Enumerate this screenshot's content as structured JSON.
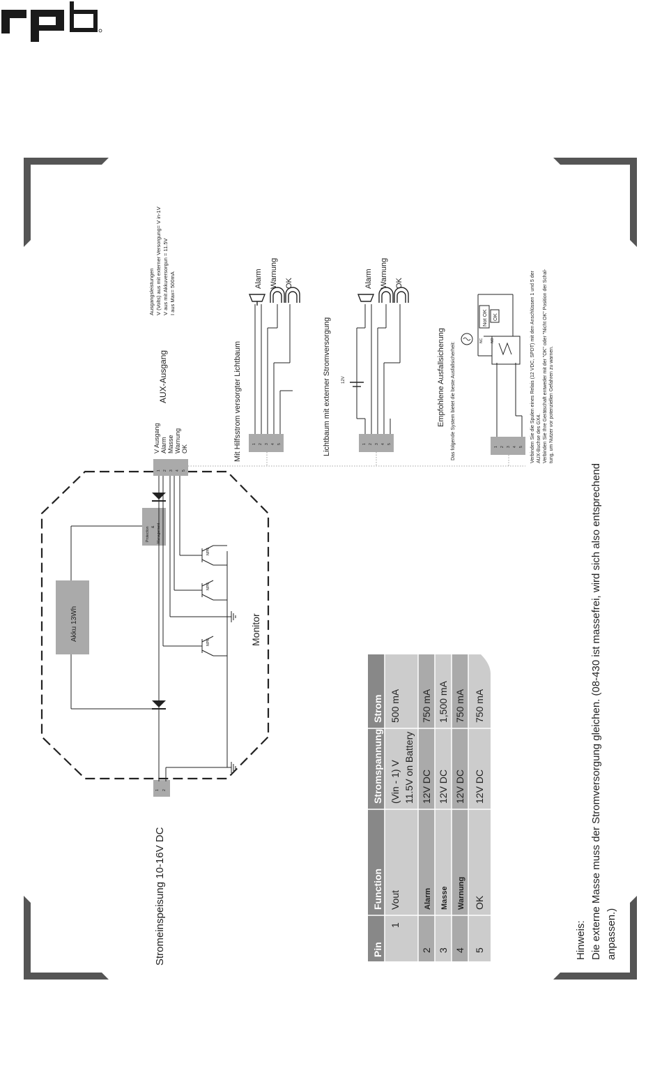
{
  "header": {
    "logo": "rpb"
  },
  "diagram": {
    "power_input_label": "Stromeinspeisung 10-16V DC",
    "power_pins": [
      "1",
      "2"
    ],
    "battery_label": "Akku 13Wh",
    "protection_label": [
      "Protection",
      "&",
      "Management"
    ],
    "npn_label": "NPN",
    "monitor_label": "Monitor",
    "aux_pins": [
      "1",
      "2",
      "3",
      "4",
      "5"
    ],
    "aux_pin_names": [
      "V Ausgang",
      "Alarm",
      "Masse",
      "Warnung",
      "OK"
    ],
    "aux_title": "AUX-Ausgang",
    "output_specs": [
      "Ausgangsleistungen",
      "V (Volts) aus mit externer Versorgung= V in-1V",
      "V aus mit Akkuversorgun = 11.5V",
      "I aus Max= 500mA"
    ],
    "signal_labels": [
      "Alarm",
      "Warnung",
      "OK"
    ],
    "section1_title": "Mit Hilfsstrom versorgter Lichtbaum",
    "section2_title": "Lichtbaum mit externer Stromversorgung",
    "section2_voltage": "12V",
    "section3_title": "Empfohlene Ausfallsicherung",
    "section3_subtitle": "Das folgende System bietet die beste Ausfallsicherheit:",
    "relay_not_ok": "Not OK",
    "relay_ok": "OK",
    "relay_nc": "NC",
    "relay_no": "NO",
    "relay_note": [
      "Verbinden Sie die Spulen eines Relais (12 VDC, SPDT) mit den Anschlüssen 1 und 5 der",
      "AUX-Buchse des GX4.",
      "Verbinden Sie Ihre Gerätschaft entweder mit der \"OK\" oder \"Nicht OK\" Position der Schal-",
      "tung, um Nutzer vor potenziellen Gefahren zu warnen."
    ]
  },
  "table": {
    "headers": [
      "Pin",
      "Function",
      "Stromspannung",
      "Strom"
    ],
    "rows": [
      {
        "pin": "1",
        "function": "Vout",
        "voltage": "(Vin - 1) V",
        "voltage2": "11.5V on Battery",
        "current": "500 mA"
      },
      {
        "pin": "2",
        "function": "Alarm",
        "voltage": "12V DC",
        "current": "750 mA"
      },
      {
        "pin": "3",
        "function": "Masse",
        "voltage": "12V DC",
        "current": "1,500 mA"
      },
      {
        "pin": "4",
        "function": "Warnung",
        "voltage": "12V DC",
        "current": "750 mA"
      },
      {
        "pin": "5",
        "function": "OK",
        "voltage": "12V DC",
        "current": "750 mA"
      }
    ]
  },
  "note": {
    "heading": "Hinweis:",
    "line1": "Die externe Masse muss der Stromversorgung gleichen. (08-430 ist massefrei, wird sich also entsprechend",
    "line2": "anpassen.)"
  }
}
